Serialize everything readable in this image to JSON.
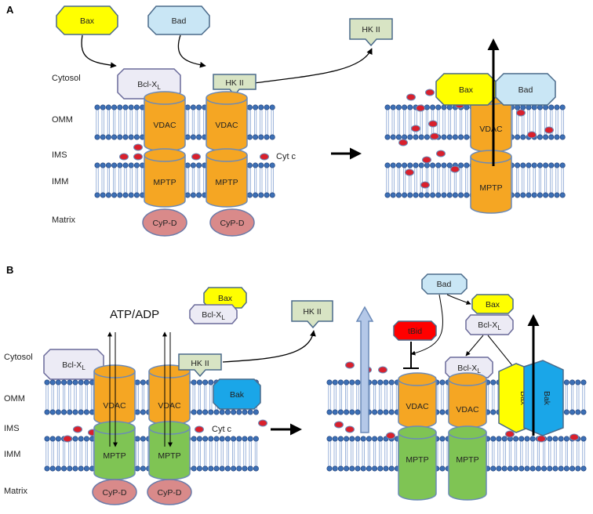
{
  "panels": {
    "a": "A",
    "b": "B"
  },
  "compartments": {
    "cytosol": "Cytosol",
    "omm": "OMM",
    "ims": "IMS",
    "imm": "IMM",
    "matrix": "Matrix"
  },
  "proteins": {
    "bax": "Bax",
    "bad": "Bad",
    "hk2": "HK II",
    "bclxl_base": "Bcl-X",
    "bclxl_sub": "L",
    "vdac": "VDAC",
    "mptp": "MPTP",
    "cypd": "CyP-D",
    "cytc": "Cyt  c",
    "bak": "Bak",
    "tbid": "tBid"
  },
  "labels": {
    "atp_adp": "ATP/ADP"
  },
  "colors": {
    "membrane_head": "#3c6fb5",
    "vdac": "#f5a623",
    "mptp_a": "#f5a623",
    "mptp_b": "#7fc454",
    "cypd": "#d98a8a",
    "bax": "#ffff00",
    "bad": "#c9e6f5",
    "hk2": "#d8e4c4",
    "bclxl": "#ecebf5",
    "bak": "#1aa6e8",
    "tbid": "#ff0000",
    "cytc": "#d9202c"
  }
}
